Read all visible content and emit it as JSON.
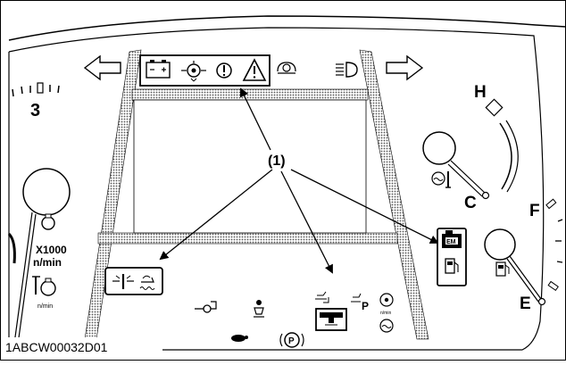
{
  "diagram": {
    "callout_label": "(1)",
    "tachometer": {
      "scale_number": "3",
      "unit_line1": "X1000",
      "unit_line2": "n/min",
      "small_unit": "n/min"
    },
    "temperature_gauge": {
      "hot_label": "H",
      "cold_label": "C"
    },
    "fuel_gauge": {
      "full_label": "F",
      "empty_label": "E"
    },
    "lower_icons": {
      "oil_unit": "n/min"
    },
    "figure_id": "1ABCW00032D01"
  }
}
